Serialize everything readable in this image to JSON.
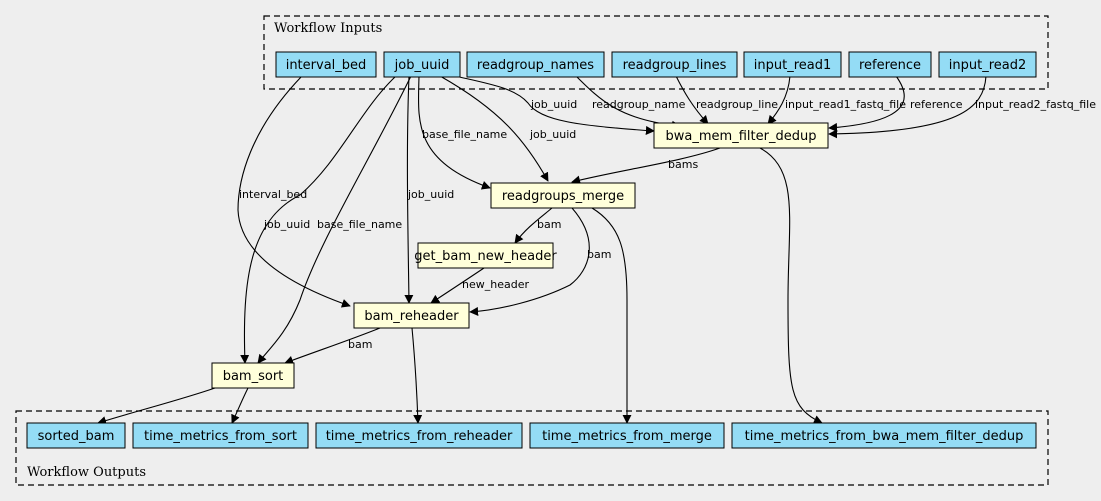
{
  "clusters": {
    "inputs": "Workflow Inputs",
    "outputs": "Workflow Outputs"
  },
  "nodes": {
    "interval_bed": "interval_bed",
    "job_uuid": "job_uuid",
    "readgroup_names": "readgroup_names",
    "readgroup_lines": "readgroup_lines",
    "input_read1": "input_read1",
    "reference": "reference",
    "input_read2": "input_read2",
    "bwa_mem_filter_dedup": "bwa_mem_filter_dedup",
    "readgroups_merge": "readgroups_merge",
    "get_bam_new_header": "get_bam_new_header",
    "bam_reheader": "bam_reheader",
    "bam_sort": "bam_sort",
    "sorted_bam": "sorted_bam",
    "time_metrics_from_sort": "time_metrics_from_sort",
    "time_metrics_from_reheader": "time_metrics_from_reheader",
    "time_metrics_from_merge": "time_metrics_from_merge",
    "time_metrics_from_bwa_mem_filter_dedup": "time_metrics_from_bwa_mem_filter_dedup"
  },
  "edge_labels": {
    "job_uuid_to_bwa": "job_uuid",
    "readgroup_name": "readgroup_name",
    "readgroup_line": "readgroup_line",
    "input_read1_fastq_file": "input_read1_fastq_file",
    "reference": "reference",
    "input_read2_fastq_file": "input_read2_fastq_file",
    "base_file_name_merge": "base_file_name",
    "job_uuid_merge": "job_uuid",
    "bams": "bams",
    "interval_bed": "interval_bed",
    "job_uuid_reheader": "job_uuid",
    "job_uuid_sort": "job_uuid",
    "base_file_name_sort": "base_file_name",
    "bam_to_header": "bam",
    "bam_to_reheader": "bam",
    "new_header": "new_header",
    "bam_to_sort": "bam"
  }
}
